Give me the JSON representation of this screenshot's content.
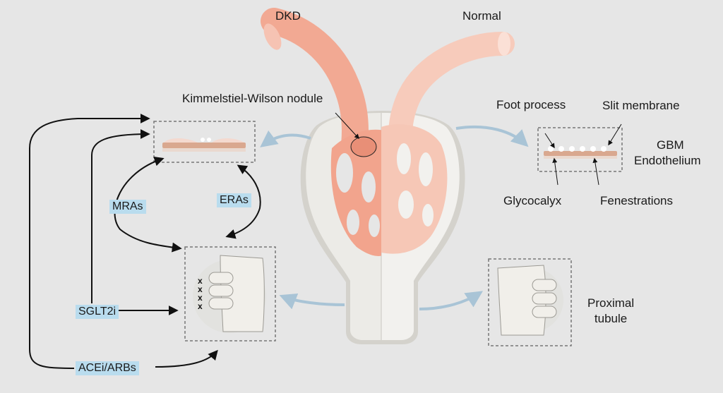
{
  "header": {
    "left_label": "DKD",
    "right_label": "Normal"
  },
  "annotations": {
    "nodule": "Kimmelstiel-Wilson nodule",
    "foot_process": "Foot process",
    "slit_membrane": "Slit membrane",
    "gbm": "GBM",
    "endothelium": "Endothelium",
    "glycocalyx": "Glycocalyx",
    "fenestrations": "Fenestrations",
    "proximal_tubule": "Proximal\ntubule",
    "inhibition_marks": "x x x x"
  },
  "drugs": {
    "mras": "MRAs",
    "eras": "ERAs",
    "sglt2i": "SGLT2i",
    "acei_arbs": "ACEi/ARBs"
  },
  "colors": {
    "background": "#e6e6e6",
    "dkd_vessel": "#f0a58f",
    "normal_vessel": "#f6c8b8",
    "capsule": "#f0efec",
    "drug_tag": "#b9dcee",
    "flow_arrow": "#b8cfde"
  }
}
